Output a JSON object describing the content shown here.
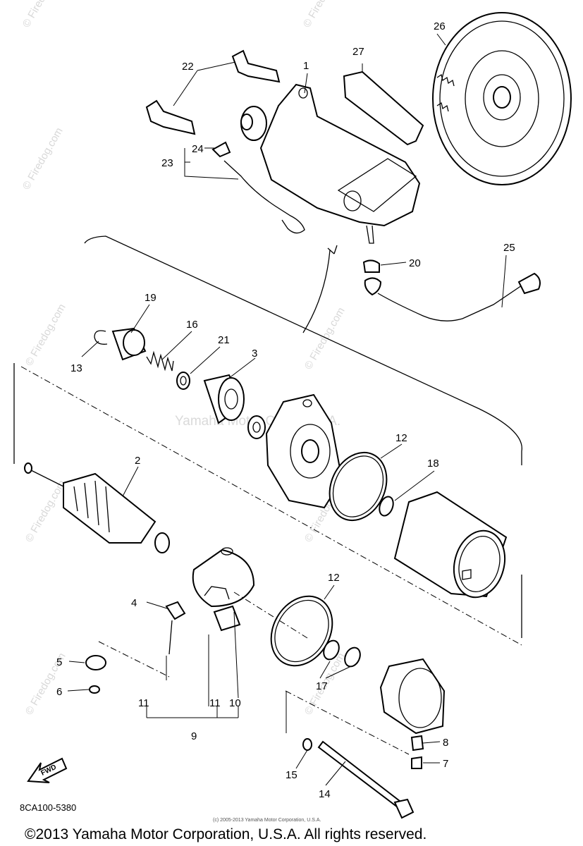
{
  "callouts": {
    "c1": "1",
    "c2": "2",
    "c3": "3",
    "c4": "4",
    "c5": "5",
    "c6": "6",
    "c7": "7",
    "c8": "8",
    "c9": "9",
    "c10": "10",
    "c11a": "11",
    "c11b": "11",
    "c12a": "12",
    "c12b": "12",
    "c13": "13",
    "c14": "14",
    "c15": "15",
    "c16": "16",
    "c17": "17",
    "c18": "18",
    "c19": "19",
    "c20": "20",
    "c21": "21",
    "c22": "22",
    "c23": "23",
    "c24": "24",
    "c25": "25",
    "c26": "26",
    "c27": "27"
  },
  "watermarks": {
    "firedog": "© Firedog.com",
    "yamaha_center": "Yamaha Motor Corp, U.S.A.",
    "yamaha_small": "(c) 2005-2013 Yamaha Motor Corporation, U.S.A."
  },
  "diagram_code": "8CA100-5380",
  "fwd_label": "FWD",
  "copyright": "©2013 Yamaha Motor Corporation, U.S.A. All rights reserved."
}
